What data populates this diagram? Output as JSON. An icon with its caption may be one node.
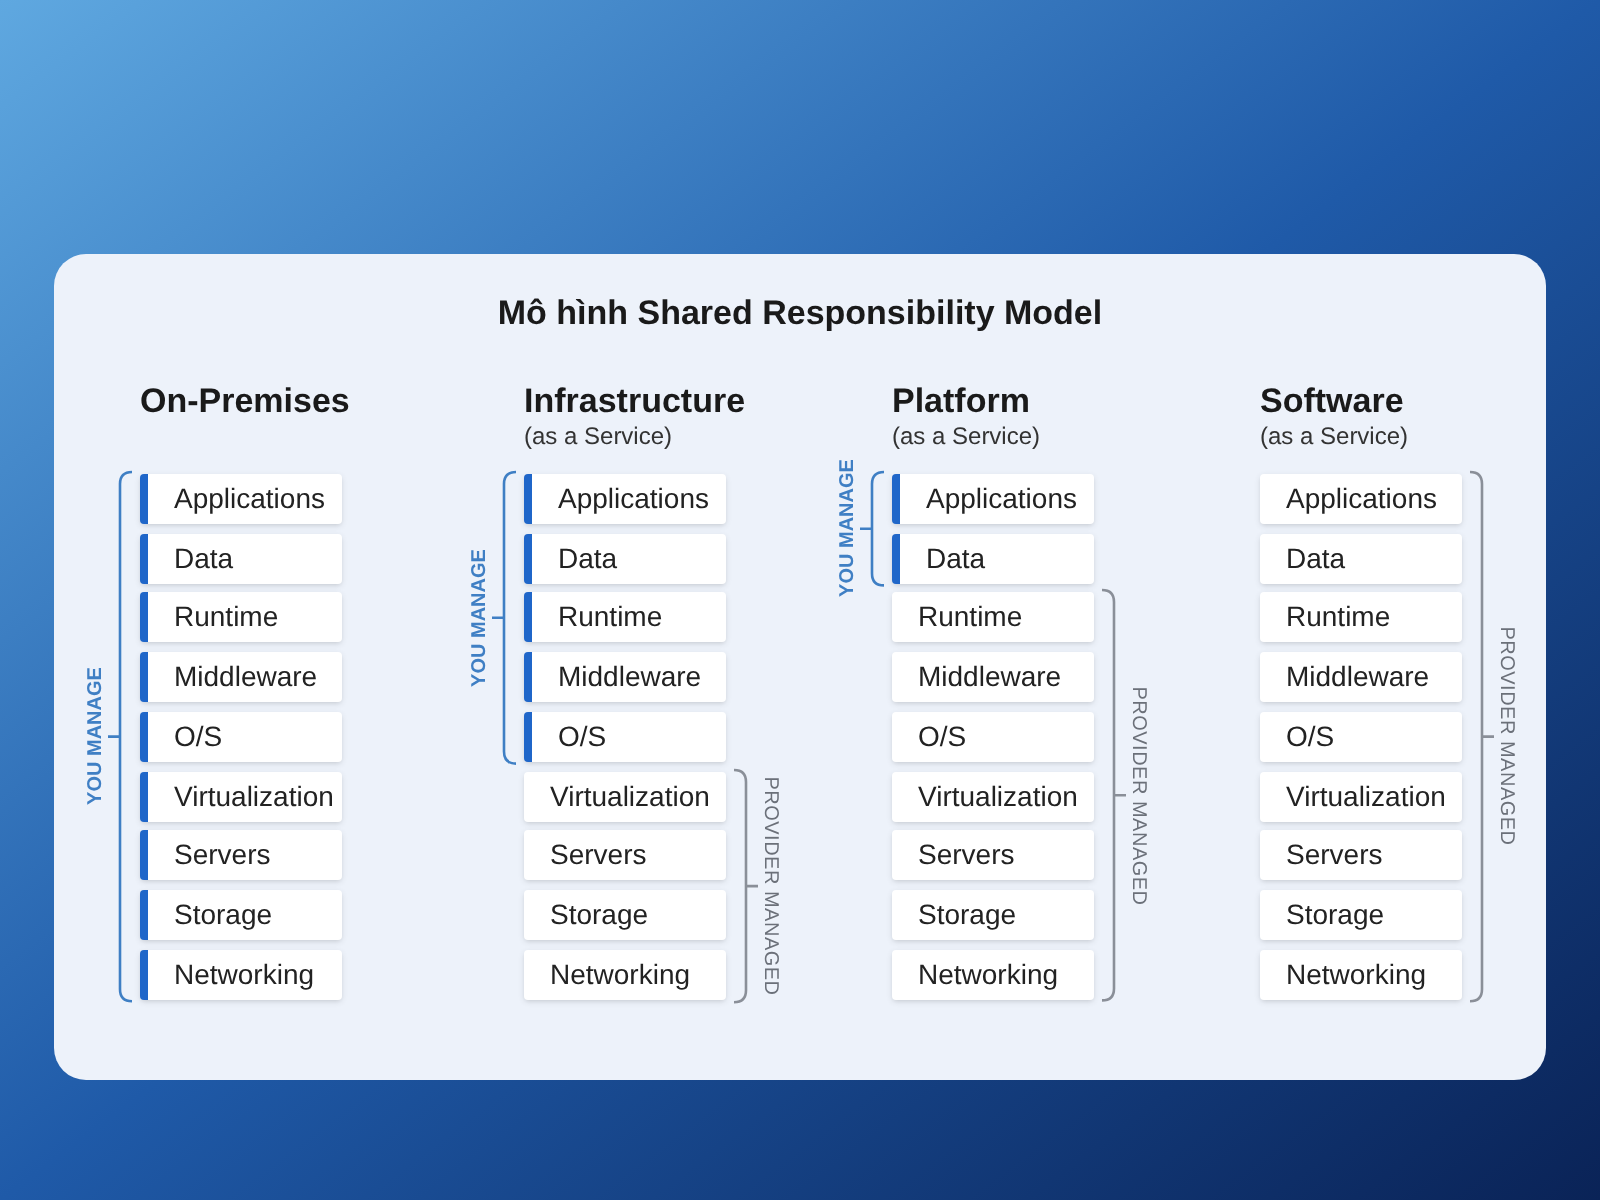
{
  "diagram": {
    "title": "Mô hình Shared Responsibility Model",
    "nodes": [
      {
        "text": [
          "Applications"
        ]
      },
      {
        "text": [
          "Data"
        ]
      },
      {
        "text": [
          "Runtime"
        ]
      },
      {
        "text": [
          "Middleware"
        ]
      },
      {
        "text": [
          "O/S"
        ]
      },
      {
        "text": [
          "Virtualization"
        ]
      },
      {
        "text": [
          "Servers"
        ]
      },
      {
        "text": [
          "Storage"
        ]
      },
      {
        "text": [
          "Networking"
        ]
      },
      {
        "text": [
          "Applications"
        ]
      },
      {
        "text": [
          "Data"
        ]
      },
      {
        "text": [
          "Runtime"
        ]
      },
      {
        "text": [
          "Middleware"
        ]
      },
      {
        "text": [
          "O/S"
        ]
      },
      {
        "text": [
          "Virtualization"
        ]
      },
      {
        "text": [
          "Servers"
        ]
      },
      {
        "text": [
          "Storage"
        ]
      },
      {
        "text": [
          "Networking"
        ]
      },
      {
        "text": [
          "Applications"
        ]
      },
      {
        "text": [
          "Data"
        ]
      },
      {
        "text": [
          "Runtime"
        ]
      },
      {
        "text": [
          "Middleware"
        ]
      },
      {
        "text": [
          "O/S"
        ]
      },
      {
        "text": [
          "Virtualization"
        ]
      },
      {
        "text": [
          "Servers"
        ]
      },
      {
        "text": [
          "Storage"
        ]
      },
      {
        "text": [
          "Networking"
        ]
      },
      {
        "text": [
          "Applications"
        ]
      },
      {
        "text": [
          "Data"
        ]
      },
      {
        "text": [
          "Runtime"
        ]
      },
      {
        "text": [
          "Middleware"
        ]
      },
      {
        "text": [
          "O/S"
        ]
      },
      {
        "text": [
          "Virtualization"
        ]
      },
      {
        "text": [
          "Servers"
        ]
      },
      {
        "text": [
          "Storage"
        ]
      },
      {
        "text": [
          "Networking"
        ]
      }
    ],
    "labels": [
      "On-Premises",
      "Infrastructure",
      "(as a Service)",
      "Platform",
      "(as a Service)",
      "Software",
      "(as a Service)",
      "YOU MANAGE",
      "YOU MANAGE",
      "PROVIDER MANAGED",
      "YOU MANAGE",
      "PROVIDER MANAGED",
      "PROVIDER MANAGED"
    ]
  }
}
